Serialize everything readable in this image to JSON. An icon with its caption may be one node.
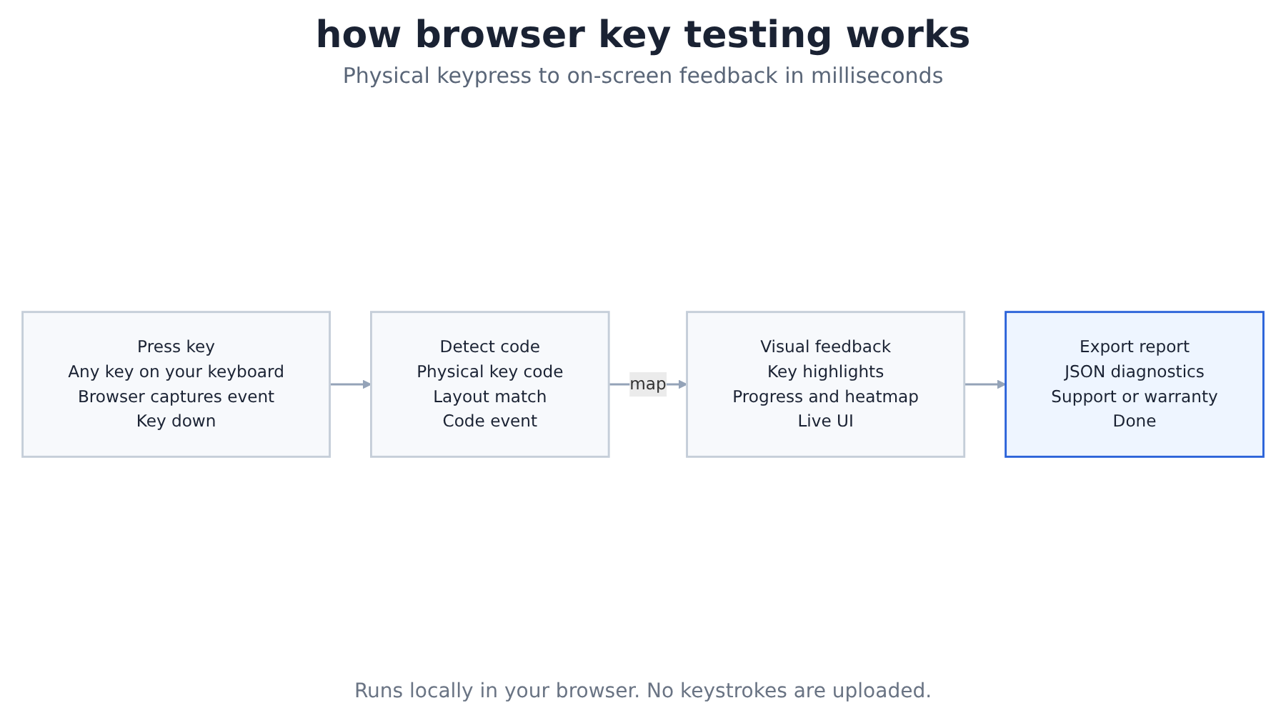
{
  "diagram": {
    "title": "how browser key testing works",
    "nodes": [
      {
        "text": [
          "Press key",
          "Any key on your keyboard",
          "Browser captures event",
          "Key down"
        ]
      },
      {
        "text": [
          "Detect code",
          "Physical key code",
          "Layout match",
          "Code event"
        ]
      },
      {
        "text": [
          "Visual feedback",
          "Key highlights",
          "Progress and heatmap",
          "Live UI"
        ]
      },
      {
        "text": [
          "Export report",
          "JSON diagnostics",
          "Support or warranty",
          "Done"
        ]
      }
    ],
    "edges": [
      {
        "from": 0,
        "to": 1,
        "arrow": "to"
      },
      {
        "from": 1,
        "to": 2,
        "arrow": "to",
        "label": "map"
      },
      {
        "from": 2,
        "to": 3,
        "arrow": "to"
      }
    ],
    "labels": [
      "Physical keypress to on-screen feedback in milliseconds"
    ],
    "caption": "Runs locally in your browser. No keystrokes are uploaded."
  }
}
